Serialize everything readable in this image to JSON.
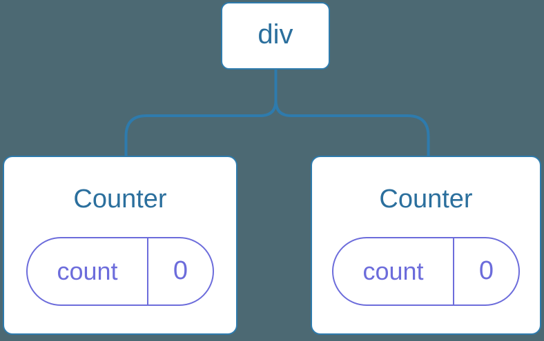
{
  "diagram": {
    "kind": "component-tree",
    "root": {
      "label": "div"
    },
    "children": [
      {
        "title": "Counter",
        "state": {
          "key": "count",
          "value": "0"
        }
      },
      {
        "title": "Counter",
        "state": {
          "key": "count",
          "value": "0"
        }
      }
    ],
    "colors": {
      "background": "#4c6973",
      "connector_line": "#2e7bad",
      "node_border": "#2e7bad",
      "node_background": "#ffffff",
      "node_text": "#2b6f9d",
      "state_pill": "#6c6cdb"
    }
  }
}
